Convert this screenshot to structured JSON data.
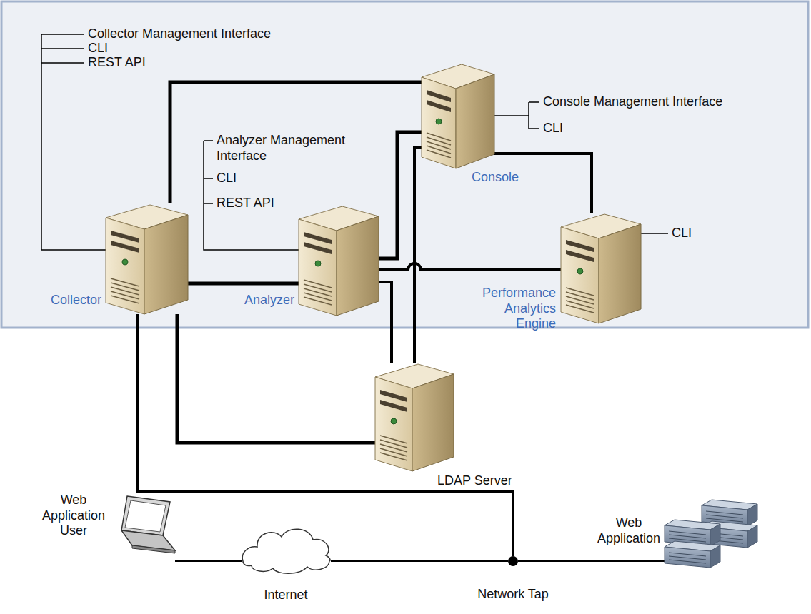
{
  "diagram": {
    "nodes": [
      {
        "text": [
          "Collector"
        ]
      },
      {
        "text": [
          "Analyzer"
        ]
      },
      {
        "text": [
          "Console"
        ]
      },
      {
        "text": [
          "Performance Analytics Engine"
        ]
      },
      {
        "text": [
          "LDAP Server"
        ]
      },
      {
        "text": [
          "Web Application User"
        ]
      },
      {
        "text": [
          "Internet"
        ]
      },
      {
        "text": [
          "Network Tap"
        ]
      },
      {
        "text": [
          "Web Application"
        ]
      }
    ],
    "edges": [
      {
        "from": 0,
        "to": 2,
        "arrow": "none"
      },
      {
        "from": 0,
        "to": 1,
        "arrow": "none"
      },
      {
        "from": 0,
        "to": 4,
        "arrow": "none"
      },
      {
        "from": 0,
        "to": 7,
        "arrow": "none"
      },
      {
        "from": 1,
        "to": 2,
        "arrow": "none"
      },
      {
        "from": 1,
        "to": 3,
        "arrow": "none"
      },
      {
        "from": 1,
        "to": 4,
        "arrow": "none"
      },
      {
        "from": 4,
        "to": 2,
        "arrow": "none"
      },
      {
        "from": 2,
        "to": 3,
        "arrow": "none"
      },
      {
        "from": 5,
        "to": 6,
        "arrow": "none"
      },
      {
        "from": 6,
        "to": 7,
        "arrow": "none"
      },
      {
        "from": 7,
        "to": 8,
        "arrow": "none"
      }
    ],
    "labels": [
      "Collector Management Interface",
      "CLI",
      "REST API",
      "Analyzer Management Interface",
      "CLI",
      "REST API",
      "Console Management Interface",
      "CLI",
      "CLI"
    ]
  }
}
